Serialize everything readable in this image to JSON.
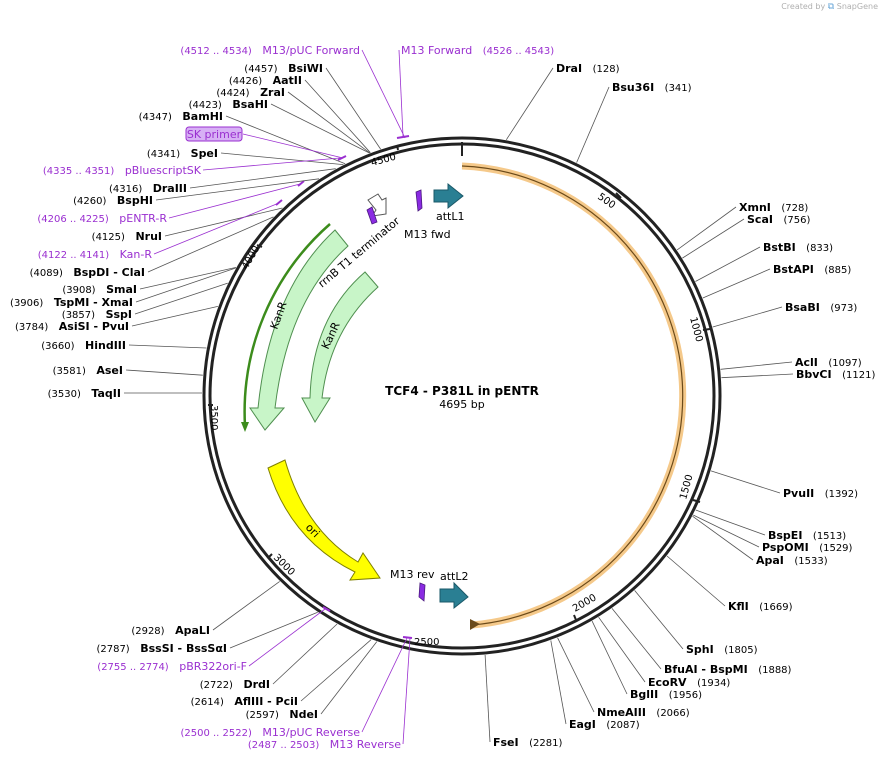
{
  "branding": {
    "prefix": "Created by",
    "logo": "SnapGene"
  },
  "map": {
    "title": "TCF4 - P381L in pENTR",
    "length_label": "4695 bp",
    "length": 4695
  },
  "ticks": [
    "500",
    "1000",
    "1500",
    "2000",
    "2500",
    "3000",
    "3500",
    "4000",
    "4500"
  ],
  "sites": [
    {
      "name": "DraI",
      "pos": "(128)"
    },
    {
      "name": "Bsu36I",
      "pos": "(341)"
    },
    {
      "name": "XmnI",
      "pos": "(728)"
    },
    {
      "name": "ScaI",
      "pos": "(756)"
    },
    {
      "name": "BstBI",
      "pos": "(833)"
    },
    {
      "name": "BstAPI",
      "pos": "(885)"
    },
    {
      "name": "BsaBI",
      "pos": "(973)"
    },
    {
      "name": "AclI",
      "pos": "(1097)"
    },
    {
      "name": "BbvCI",
      "pos": "(1121)"
    },
    {
      "name": "PvuII",
      "pos": "(1392)"
    },
    {
      "name": "BspEI",
      "pos": "(1513)"
    },
    {
      "name": "PspOMI",
      "pos": "(1529)"
    },
    {
      "name": "ApaI",
      "pos": "(1533)"
    },
    {
      "name": "KflI",
      "pos": "(1669)"
    },
    {
      "name": "SphI",
      "pos": "(1805)"
    },
    {
      "name": "BfuAI - BspMI",
      "pos": "(1888)"
    },
    {
      "name": "EcoRV",
      "pos": "(1934)"
    },
    {
      "name": "BglII",
      "pos": "(1956)"
    },
    {
      "name": "NmeAIII",
      "pos": "(2066)"
    },
    {
      "name": "EagI",
      "pos": "(2087)"
    },
    {
      "name": "FseI",
      "pos": "(2281)"
    },
    {
      "name": "NdeI",
      "pos": "(2597)"
    },
    {
      "name": "AflIII - PciI",
      "pos": "(2614)"
    },
    {
      "name": "DrdI",
      "pos": "(2722)"
    },
    {
      "name": "BssSI - BssSαI",
      "pos": "(2787)"
    },
    {
      "name": "ApaLI",
      "pos": "(2928)"
    },
    {
      "name": "TaqII",
      "pos": "(3530)"
    },
    {
      "name": "AseI",
      "pos": "(3581)"
    },
    {
      "name": "HindIII",
      "pos": "(3660)"
    },
    {
      "name": "AsiSI - PvuI",
      "pos": "(3784)"
    },
    {
      "name": "SspI",
      "pos": "(3857)"
    },
    {
      "name": "TspMI - XmaI",
      "pos": "(3906)"
    },
    {
      "name": "SmaI",
      "pos": "(3908)"
    },
    {
      "name": "BspDI - ClaI",
      "pos": "(4089)"
    },
    {
      "name": "NruI",
      "pos": "(4125)"
    },
    {
      "name": "BspHI",
      "pos": "(4260)"
    },
    {
      "name": "DraIII",
      "pos": "(4316)"
    },
    {
      "name": "SpeI",
      "pos": "(4341)"
    },
    {
      "name": "BamHI",
      "pos": "(4347)"
    },
    {
      "name": "BsaHI",
      "pos": "(4423)"
    },
    {
      "name": "ZraI",
      "pos": "(4424)"
    },
    {
      "name": "AatII",
      "pos": "(4426)"
    },
    {
      "name": "BsiWI",
      "pos": "(4457)"
    }
  ],
  "primers": [
    {
      "name": "M13/pUC Forward",
      "range": "(4512 .. 4534)"
    },
    {
      "name": "M13 Forward",
      "range": "(4526 .. 4543)"
    },
    {
      "name": "SK primer",
      "range": ""
    },
    {
      "name": "pBluescriptSK",
      "range": "(4335 .. 4351)"
    },
    {
      "name": "pENTR-R",
      "range": "(4206 .. 4225)"
    },
    {
      "name": "Kan-R",
      "range": "(4122 .. 4141)"
    },
    {
      "name": "pBR322ori-F",
      "range": "(2755 .. 2774)"
    },
    {
      "name": "M13/pUC Reverse",
      "range": "(2500 .. 2522)"
    },
    {
      "name": "M13 Reverse",
      "range": "(2487 .. 2503)"
    }
  ],
  "features": [
    {
      "name": "attL1",
      "color": "#2a7f93"
    },
    {
      "name": "M13 fwd",
      "color": "#8a2be2"
    },
    {
      "name": "rrnB T1 terminator",
      "color": "#ffffff"
    },
    {
      "name": "KanR",
      "color": "#c8f5c8"
    },
    {
      "name": "KanR",
      "color": "#c8f5c8"
    },
    {
      "name": "ori",
      "color": "#ffff00"
    },
    {
      "name": "M13 rev",
      "color": "#8a2be2"
    },
    {
      "name": "attL2",
      "color": "#2a7f93"
    }
  ],
  "colors": {
    "primer": "#9a2fd0",
    "insert": "#f5c98a",
    "backbone": "#222222"
  }
}
